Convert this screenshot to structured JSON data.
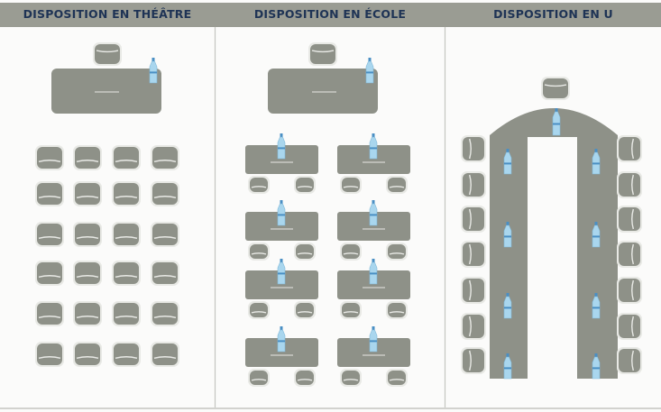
{
  "headers": {
    "theatre": "DISPOSITION EN THÉÂTRE",
    "ecole": "DISPOSITION EN ÉCOLE",
    "u": "DISPOSITION EN U"
  },
  "colors": {
    "header_bar": "#9a9c93",
    "header_text": "#1e3355",
    "background": "#fbfbfa",
    "table": "#8e9188",
    "chair": "#8e9188",
    "chair_outline": "#e8e9e5",
    "bottle": "#a9d6ee",
    "bottle_cap": "#4a8fc4",
    "divider": "#c4c5c0"
  },
  "layouts": {
    "theatre": {
      "rows": 6,
      "cols": 4
    },
    "ecole": {
      "rows": 4,
      "cols": 2,
      "chairs_per_table": 2
    },
    "u": {
      "chairs_per_side": 7,
      "head_chairs": 1,
      "bottles_per_side": 4
    }
  },
  "icons": [
    "chair-icon",
    "table-icon",
    "water-bottle-icon"
  ]
}
